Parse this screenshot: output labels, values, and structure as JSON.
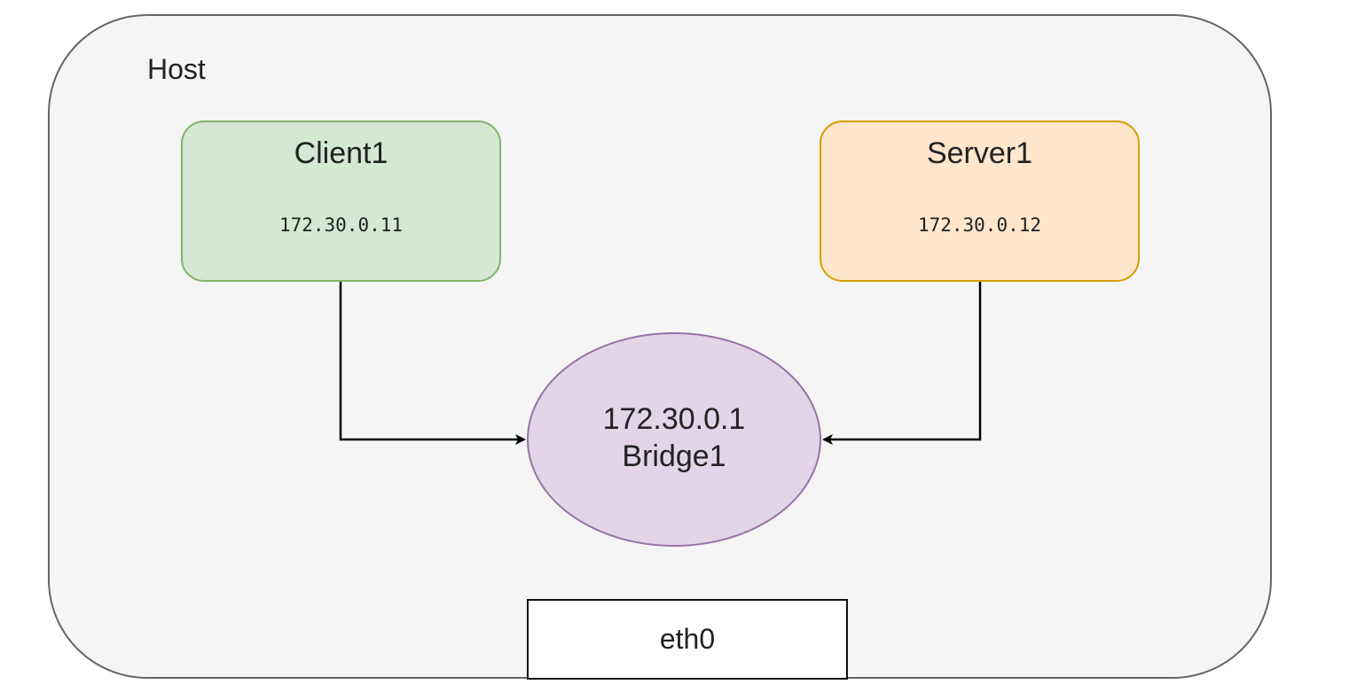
{
  "host": {
    "label": "Host"
  },
  "client": {
    "name": "Client1",
    "ip": "172.30.0.11"
  },
  "server": {
    "name": "Server1",
    "ip": "172.30.0.12"
  },
  "bridge": {
    "ip": "172.30.0.1",
    "name": "Bridge1"
  },
  "interface": {
    "name": "eth0"
  },
  "colors": {
    "host_fill": "#f5f5f5",
    "host_border": "#666666",
    "client_fill": "#d5e8d4",
    "client_border": "#82b366",
    "server_fill": "#ffe6cc",
    "server_border": "#d79b00",
    "bridge_fill": "#e1d5e7",
    "bridge_border": "#9673a6",
    "edge": "#000000"
  },
  "edges": [
    {
      "from": "client",
      "to": "bridge"
    },
    {
      "from": "server",
      "to": "bridge"
    }
  ]
}
